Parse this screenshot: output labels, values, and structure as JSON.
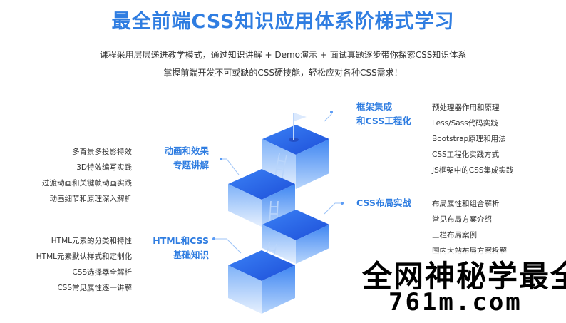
{
  "header": {
    "title": "最全前端CSS知识应用体系阶梯式学习",
    "subtitle_line1": "课程采用层层递进教学模式，通过知识讲解 + Demo演示 + 面试真题逐步带你探索CSS知识体系",
    "subtitle_line2": "掌握前端开发不可或缺的CSS硬技能，轻松应对各种CSS需求！"
  },
  "stages": [
    {
      "label_line1": "HTML和CSS",
      "label_line2": "基础知识",
      "items": [
        "HTML元素的分类和特性",
        "HTML元素默认样式和定制化",
        "CSS选择器全解析",
        "CSS常见属性逐一讲解"
      ]
    },
    {
      "label_line1": "动画和效果",
      "label_line2": "专题讲解",
      "items": [
        "多背景多投影特效",
        "3D特效编写实践",
        "过渡动画和关键帧动画实践",
        "动画细节和原理深入解析"
      ]
    },
    {
      "label_line1": "CSS布局实战",
      "label_line2": "",
      "items": [
        "布局属性和组合解析",
        "常见布局方案介绍",
        "三栏布局案例",
        "国内大站布局方案拆解"
      ]
    },
    {
      "label_line1": "框架集成",
      "label_line2": "和CSS工程化",
      "items": [
        "预处理器作用和原理",
        "Less/Sass代码实践",
        "Bootstrap原理和用法",
        "CSS工程化实践方式",
        "JS框架中的CSS集成实践"
      ]
    }
  ],
  "watermark": {
    "line1": "全网神秘学最全",
    "line2": "761m.com"
  },
  "colors": {
    "accent": "#2f7de1",
    "cube_top": "#2563eb",
    "cube_side_light": "#a9cdfb",
    "cube_side_dark": "#5b9cf5"
  }
}
